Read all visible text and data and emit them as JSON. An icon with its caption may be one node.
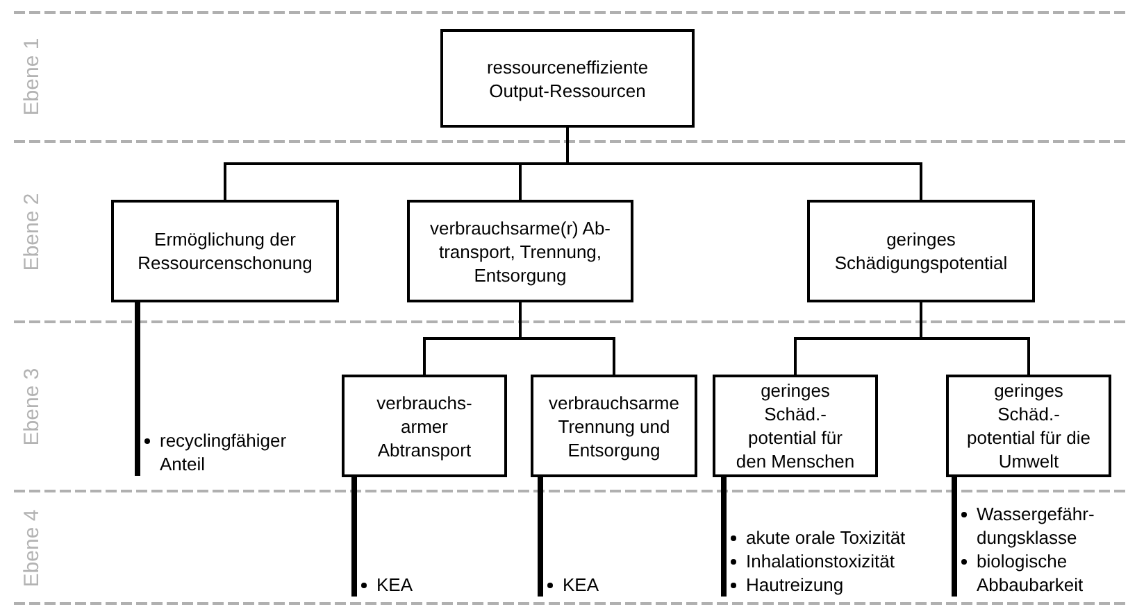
{
  "diagram": {
    "nodes": [
      {
        "text": [
          "ressourceneffiziente Output-Ressourcen"
        ]
      },
      {
        "text": [
          "Ermöglichung der Ressourcenschonung"
        ]
      },
      {
        "text": [
          "verbrauchsarme(r) Ab- transport, Trennung, Entsorgung"
        ]
      },
      {
        "text": [
          "geringes Schädigungspotential"
        ]
      },
      {
        "text": [
          "verbrauchs- armer Abtransport"
        ]
      },
      {
        "text": [
          "verbrauchsarme Trennung und Entsorgung"
        ]
      },
      {
        "text": [
          "geringes Schäd.- potential für den Menschen"
        ]
      },
      {
        "text": [
          "geringes Schäd.- potential für die Umwelt"
        ]
      },
      {
        "text": [
          "recyclingfähiger Anteil"
        ]
      },
      {
        "text": [
          "KEA"
        ]
      },
      {
        "text": [
          "KEA"
        ]
      },
      {
        "text": [
          "akute orale Toxizität",
          "Inhalationstoxizität",
          "Hautreizung"
        ]
      },
      {
        "text": [
          "Wassergefähr- dungsklasse",
          "biologische Abbaubarkeit"
        ]
      }
    ],
    "edges": [
      {
        "from": 0,
        "to": 1,
        "arrow": "none"
      },
      {
        "from": 0,
        "to": 2,
        "arrow": "none"
      },
      {
        "from": 0,
        "to": 3,
        "arrow": "none"
      },
      {
        "from": 2,
        "to": 4,
        "arrow": "none"
      },
      {
        "from": 2,
        "to": 5,
        "arrow": "none"
      },
      {
        "from": 3,
        "to": 6,
        "arrow": "none"
      },
      {
        "from": 3,
        "to": 7,
        "arrow": "none"
      },
      {
        "from": 1,
        "to": 8,
        "arrow": "none",
        "style": "thick"
      },
      {
        "from": 4,
        "to": 9,
        "arrow": "none",
        "style": "thick"
      },
      {
        "from": 5,
        "to": 10,
        "arrow": "none",
        "style": "thick"
      },
      {
        "from": 6,
        "to": 11,
        "arrow": "none",
        "style": "thick"
      },
      {
        "from": 7,
        "to": 12,
        "arrow": "none",
        "style": "thick"
      }
    ],
    "labels": [
      "Ebene 1",
      "Ebene 2",
      "Ebene 3",
      "Ebene 4"
    ]
  }
}
